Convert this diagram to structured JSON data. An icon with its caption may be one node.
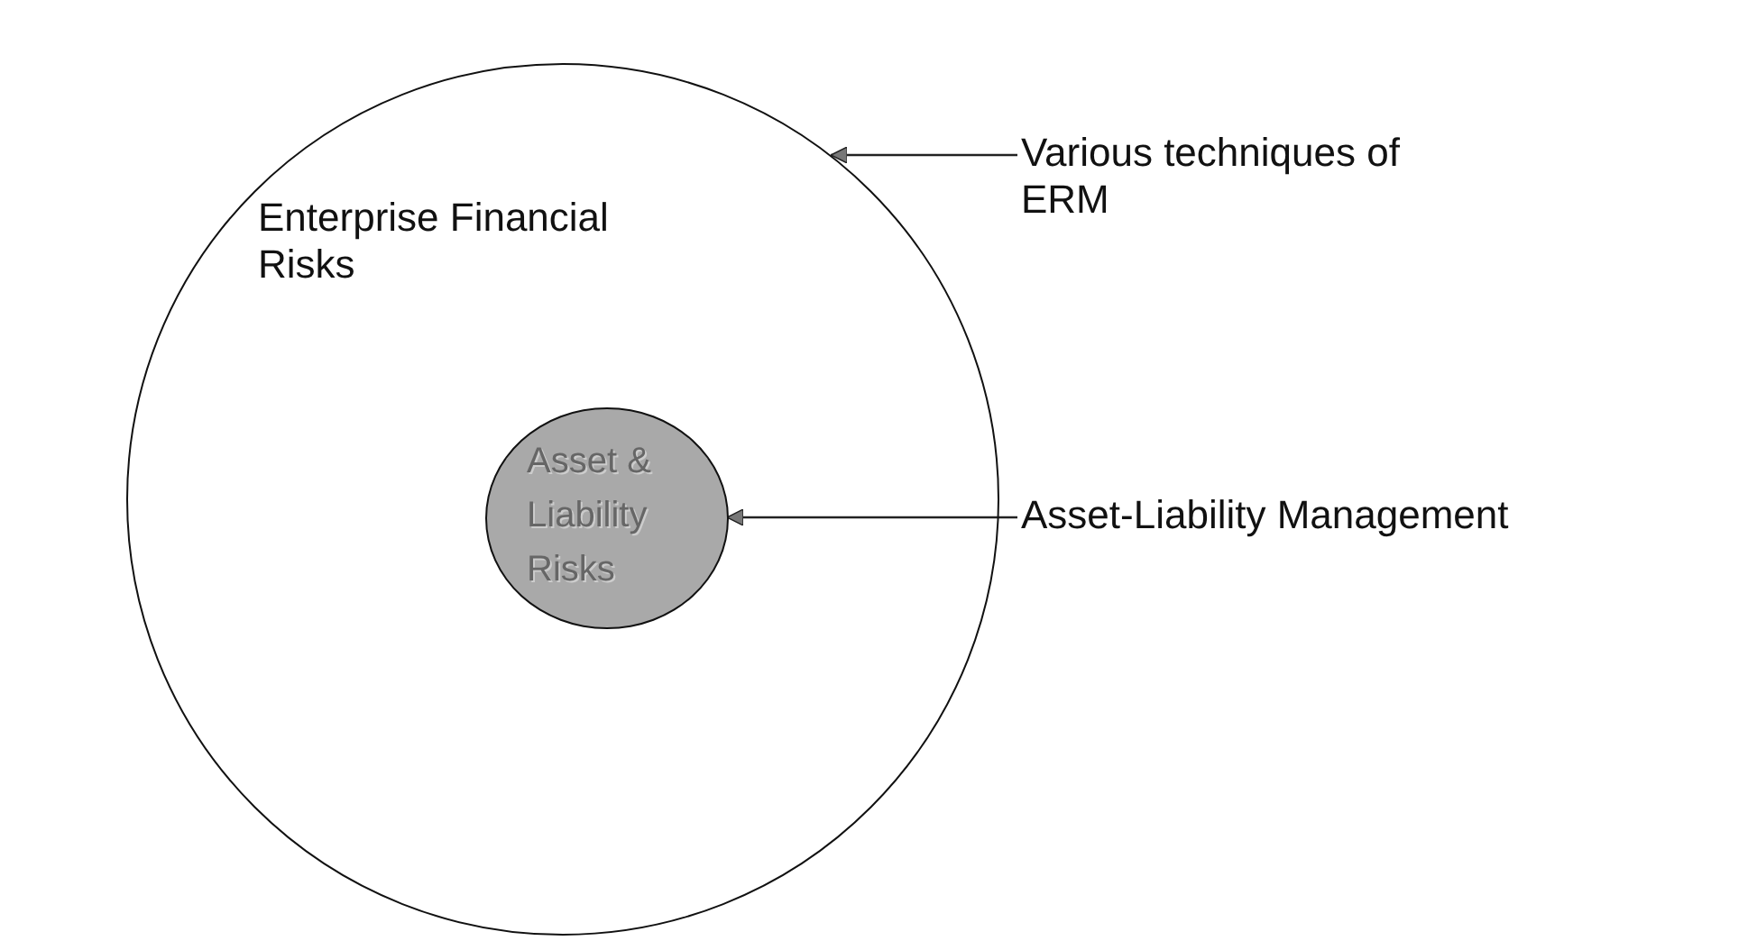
{
  "diagram": {
    "nodes": [
      {
        "text": [
          "Enterprise Financial Risks"
        ]
      },
      {
        "text": [
          "Asset & Liability Risks"
        ],
        "in": 0
      },
      {
        "text": [
          "Various techniques of ERM"
        ]
      },
      {
        "text": [
          "Asset-Liability Management"
        ]
      }
    ],
    "edges": [
      {
        "from": 2,
        "to": 0,
        "arrow": "to"
      },
      {
        "from": 3,
        "to": 1,
        "arrow": "to"
      }
    ]
  }
}
